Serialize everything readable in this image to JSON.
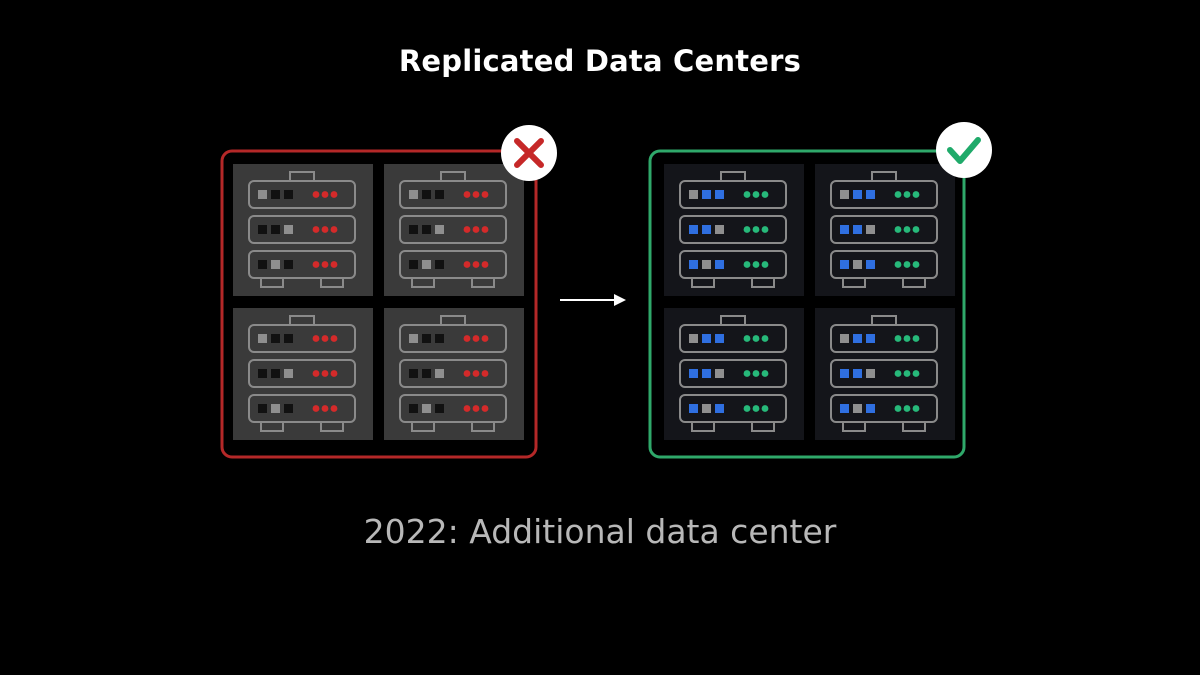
{
  "title": "Replicated Data Centers",
  "caption": "2022: Additional data center",
  "colors": {
    "background": "#000000",
    "failed_border": "#b42828",
    "failed_indicator": "#d42a2a",
    "failed_icon": "#c62828",
    "healthy_border": "#2fa86a",
    "healthy_indicator": "#27b97a",
    "healthy_icon": "#1faa6a",
    "failed_tile": "#3a3a3a",
    "healthy_tile": "#14151a",
    "rack_stroke": "#8a8a8a",
    "blue_light": "#2f6fe0",
    "gray_light": "#8f8f8f",
    "dark_light": "#111111"
  },
  "diagram": {
    "failed_center": {
      "status": "failed",
      "status_icon": "x-mark-icon",
      "racks": [
        {
          "units": [
            [
              "gray",
              "dark",
              "dark"
            ],
            [
              "dark",
              "dark",
              "gray"
            ],
            [
              "dark",
              "gray",
              "dark"
            ]
          ]
        },
        {
          "units": [
            [
              "gray",
              "dark",
              "dark"
            ],
            [
              "dark",
              "dark",
              "gray"
            ],
            [
              "dark",
              "gray",
              "dark"
            ]
          ]
        },
        {
          "units": [
            [
              "gray",
              "dark",
              "dark"
            ],
            [
              "dark",
              "dark",
              "gray"
            ],
            [
              "dark",
              "gray",
              "dark"
            ]
          ]
        },
        {
          "units": [
            [
              "gray",
              "dark",
              "dark"
            ],
            [
              "dark",
              "dark",
              "gray"
            ],
            [
              "dark",
              "gray",
              "dark"
            ]
          ]
        }
      ]
    },
    "healthy_center": {
      "status": "healthy",
      "status_icon": "check-mark-icon",
      "racks": [
        {
          "units": [
            [
              "gray",
              "blue",
              "blue"
            ],
            [
              "blue",
              "blue",
              "gray"
            ],
            [
              "blue",
              "gray",
              "blue"
            ]
          ]
        },
        {
          "units": [
            [
              "gray",
              "blue",
              "blue"
            ],
            [
              "blue",
              "blue",
              "gray"
            ],
            [
              "blue",
              "gray",
              "blue"
            ]
          ]
        },
        {
          "units": [
            [
              "gray",
              "blue",
              "blue"
            ],
            [
              "blue",
              "blue",
              "gray"
            ],
            [
              "blue",
              "gray",
              "blue"
            ]
          ]
        },
        {
          "units": [
            [
              "gray",
              "blue",
              "blue"
            ],
            [
              "blue",
              "blue",
              "gray"
            ],
            [
              "blue",
              "gray",
              "blue"
            ]
          ]
        }
      ]
    },
    "connector_icon": "arrow-right-icon"
  }
}
